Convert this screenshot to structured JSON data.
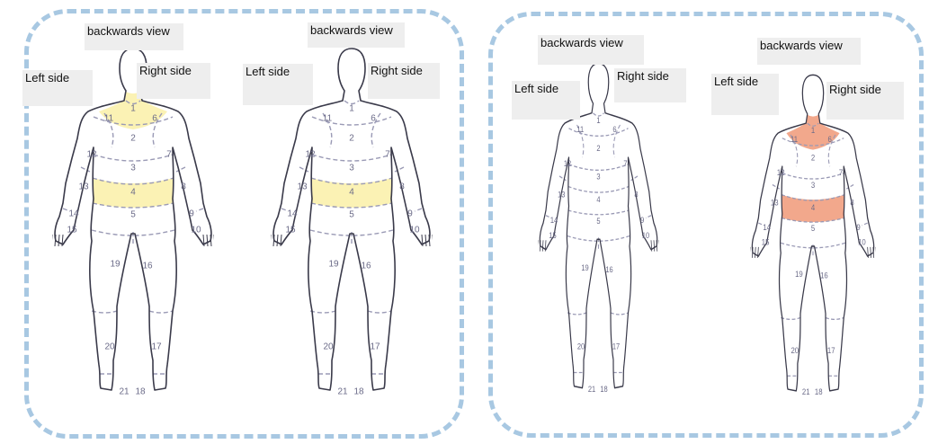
{
  "colors": {
    "outline": "#3a3a4a",
    "division": "#9a9ab5",
    "number_text": "#6b6b88",
    "panel_border": "#a8c8e2",
    "label_background": "#eeeeee",
    "highlight_yellow": "#fbf2b4",
    "highlight_orange": "#f2a88c"
  },
  "panels": [
    {
      "figures": [
        {
          "label_back": "backwards view",
          "label_left": "Left side",
          "label_right": "Right side",
          "highlights": [
            1,
            4
          ],
          "highlight_color": "#fbf2b4"
        },
        {
          "label_back": "backwards view",
          "label_left": "Left side",
          "label_right": "Right side",
          "highlights": [
            4
          ],
          "highlight_color": "#fbf2b4"
        }
      ]
    },
    {
      "figures": [
        {
          "label_back": "backwards view",
          "label_left": "Left side",
          "label_right": "Right side",
          "highlights": [],
          "highlight_color": "#f2a88c"
        },
        {
          "label_back": "backwards view",
          "label_left": "Left side",
          "label_right": "Right side",
          "highlights": [
            1,
            4
          ],
          "highlight_color": "#f2a88c"
        }
      ]
    }
  ],
  "region_numbers": [
    "1",
    "2",
    "3",
    "4",
    "5",
    "6",
    "7",
    "8",
    "9",
    "10",
    "11",
    "12",
    "13",
    "14",
    "15",
    "16",
    "17",
    "18",
    "19",
    "20",
    "21"
  ]
}
